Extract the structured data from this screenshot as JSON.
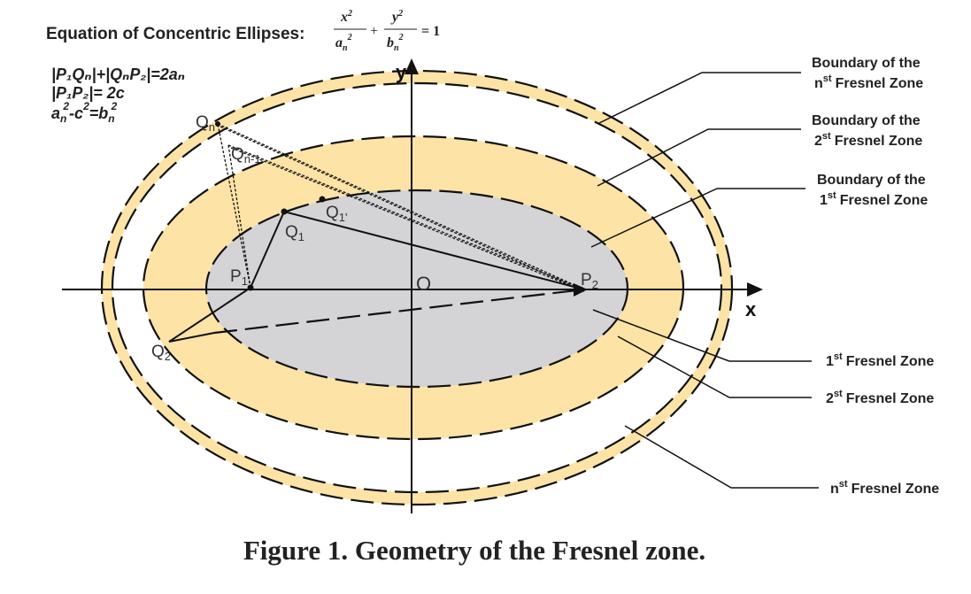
{
  "equation": {
    "label": "Equation of Concentric Ellipses:",
    "x_num": "x",
    "a_den": "a",
    "a_sub": "n",
    "exp2": "2",
    "plus": "+",
    "y_num": "y",
    "b_den": "b",
    "b_sub": "n",
    "equals_one": "= 1"
  },
  "relations": {
    "line1": "|P₁Qₙ|+|QₙP₂|=2aₙ",
    "line2": "|P₁P₂|= 2c",
    "line3_a": "a",
    "line3_n": "n",
    "line3_2": "2",
    "line3_mid": "-c",
    "line3_eq": "=b"
  },
  "axes": {
    "x_label": "x",
    "y_label": "y",
    "origin_label": "O"
  },
  "points": {
    "P": "P",
    "Q": "Q",
    "s1": "1",
    "s2": "2",
    "sn": "n",
    "sn1": "n-1",
    "s1p": "1'"
  },
  "annotations": {
    "boundary_prefix": "Boundary of the",
    "fresnel_zone": "Fresnel Zone",
    "n_text": "n",
    "st": "st",
    "two": "2",
    "one": "1"
  },
  "caption": "Figure 1. Geometry of the Fresnel zone.",
  "colors": {
    "zone_fill": "#fde3a6",
    "inner_fill": "#d4d4d6",
    "stroke": "#111111",
    "background": "#ffffff"
  }
}
